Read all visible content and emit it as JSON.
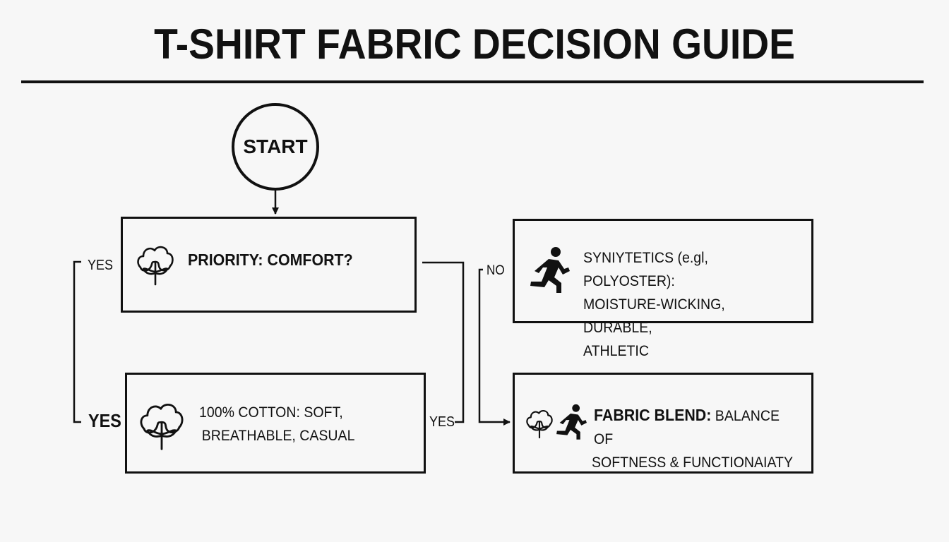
{
  "title": "T-SHIRT FABRIC DECISION GUIDE",
  "start": "START",
  "nodes": {
    "priority": "PRIORITY: COMFORT?",
    "cotton": [
      "100% COTTON: SOFT,",
      "BREATHABLE, CASUAL"
    ],
    "synthetic": [
      "SYNIYTETICS (e.gl, POLYOSTER):",
      "MOISTURE-WICKING, DURABLE,",
      "ATHLETIC"
    ],
    "blend": {
      "bold": "FABRIC BLEND:",
      "rest": " BALANCE OF",
      "line2": "SOFTNESS & FUNCTIONAIATY"
    }
  },
  "edge_labels": {
    "yes_top": "YES",
    "yes_bottom": "YES",
    "no": "NO",
    "yes_right": "YES"
  },
  "icons": {
    "priority": "cotton-flower-icon",
    "cotton": "cotton-flower-icon",
    "synthetic": "running-person-icon",
    "blend": [
      "cotton-flower-icon",
      "running-person-icon"
    ]
  }
}
